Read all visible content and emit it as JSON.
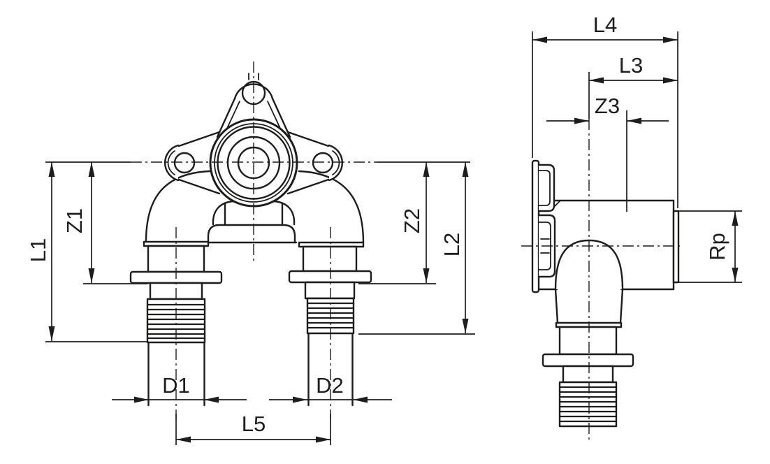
{
  "drawing": {
    "kind": "technical dimension drawing of a twin wall elbow pipe fitting",
    "front_view": {
      "dim_labels": {
        "l1": "L1",
        "z1": "Z1",
        "z2": "Z2",
        "l2": "L2",
        "d1": "D1",
        "d2": "D2",
        "l5": "L5"
      }
    },
    "side_view": {
      "dim_labels": {
        "l4": "L4",
        "l3": "L3",
        "z3": "Z3",
        "rp": "Rp"
      }
    },
    "colors": {
      "line": "#1d1d1b",
      "background": "#ffffff"
    }
  }
}
